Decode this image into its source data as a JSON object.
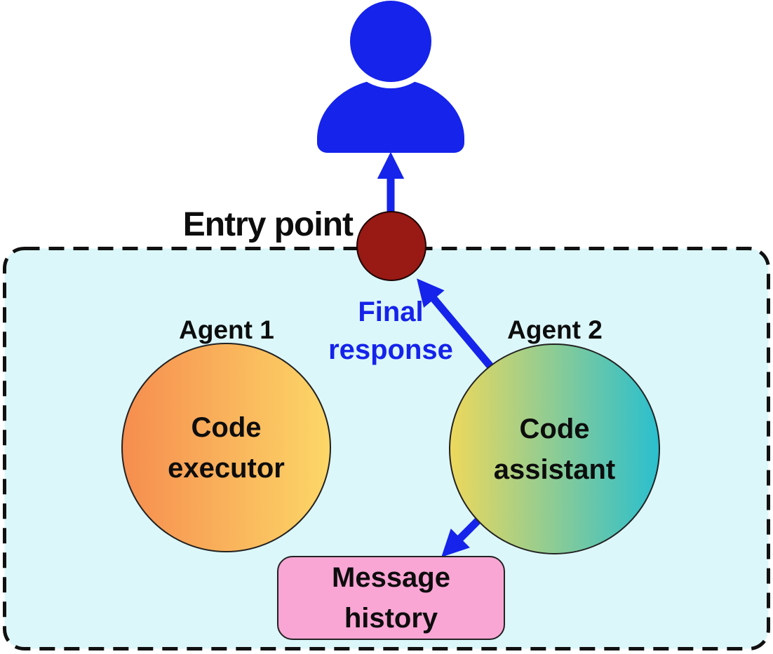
{
  "labels": {
    "entry_point": "Entry point",
    "final_response": "Final response"
  },
  "agents": [
    {
      "title": "Agent 1",
      "role": "Code executor"
    },
    {
      "title": "Agent 2",
      "role": "Code assistant"
    }
  ],
  "message_history": {
    "label": "Message history"
  },
  "icons": {
    "user": "person-icon",
    "entry_node": "entry-point-dot-icon",
    "arrows": [
      "user-response-arrow",
      "final-response-arrow",
      "message-history-arrow"
    ]
  },
  "colors": {
    "accent_blue": "#1523EB",
    "entry_node_red": "#991914",
    "container_bg": "#DCF7FA",
    "container_border": "#111111",
    "agent1_gradient_start": "#F68D4F",
    "agent1_gradient_end": "#FCD767",
    "agent2_gradient_start": "#EDD85C",
    "agent2_gradient_end": "#2ABFCE",
    "message_box_pink": "#F9A6D5"
  }
}
